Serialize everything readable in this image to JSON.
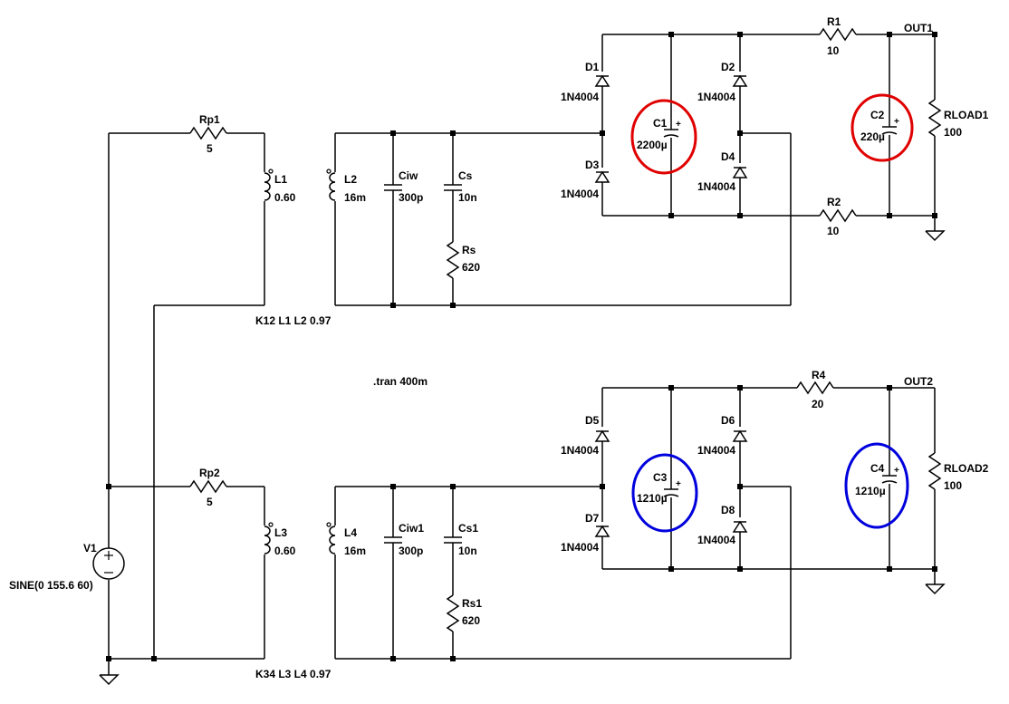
{
  "sources": {
    "v1": {
      "name": "V1",
      "value": "SINE(0 155.6 60)"
    }
  },
  "resistors": {
    "rp1": {
      "name": "Rp1",
      "value": "5"
    },
    "rp2": {
      "name": "Rp2",
      "value": "5"
    },
    "rs": {
      "name": "Rs",
      "value": "620"
    },
    "rs1": {
      "name": "Rs1",
      "value": "620"
    },
    "r1": {
      "name": "R1",
      "value": "10"
    },
    "r2": {
      "name": "R2",
      "value": "10"
    },
    "r4": {
      "name": "R4",
      "value": "20"
    },
    "rload1": {
      "name": "RLOAD1",
      "value": "100"
    },
    "rload2": {
      "name": "RLOAD2",
      "value": "100"
    }
  },
  "inductors": {
    "l1": {
      "name": "L1",
      "value": "0.60"
    },
    "l2": {
      "name": "L2",
      "value": "16m"
    },
    "l3": {
      "name": "L3",
      "value": "0.60"
    },
    "l4": {
      "name": "L4",
      "value": "16m"
    }
  },
  "capacitors": {
    "ciw": {
      "name": "Ciw",
      "value": "300p"
    },
    "cs": {
      "name": "Cs",
      "value": "10n"
    },
    "ciw1": {
      "name": "Ciw1",
      "value": "300p"
    },
    "cs1": {
      "name": "Cs1",
      "value": "10n"
    },
    "c1": {
      "name": "C1",
      "value": "2200µ"
    },
    "c2": {
      "name": "C2",
      "value": "220µ"
    },
    "c3": {
      "name": "C3",
      "value": "1210µ"
    },
    "c4": {
      "name": "C4",
      "value": "1210µ"
    }
  },
  "diodes": {
    "d1": {
      "name": "D1",
      "model": "1N4004"
    },
    "d2": {
      "name": "D2",
      "model": "1N4004"
    },
    "d3": {
      "name": "D3",
      "model": "1N4004"
    },
    "d4": {
      "name": "D4",
      "model": "1N4004"
    },
    "d5": {
      "name": "D5",
      "model": "1N4004"
    },
    "d6": {
      "name": "D6",
      "model": "1N4004"
    },
    "d7": {
      "name": "D7",
      "model": "1N4004"
    },
    "d8": {
      "name": "D8",
      "model": "1N4004"
    }
  },
  "directives": {
    "k12": "K12  L1  L2  0.97",
    "k34": "K34  L3  L4  0.97",
    "tran": ".tran 400m"
  },
  "nets": {
    "out1": "OUT1",
    "out2": "OUT2"
  },
  "highlight_colors": {
    "top": "#e00000",
    "bottom": "#0000dd"
  }
}
